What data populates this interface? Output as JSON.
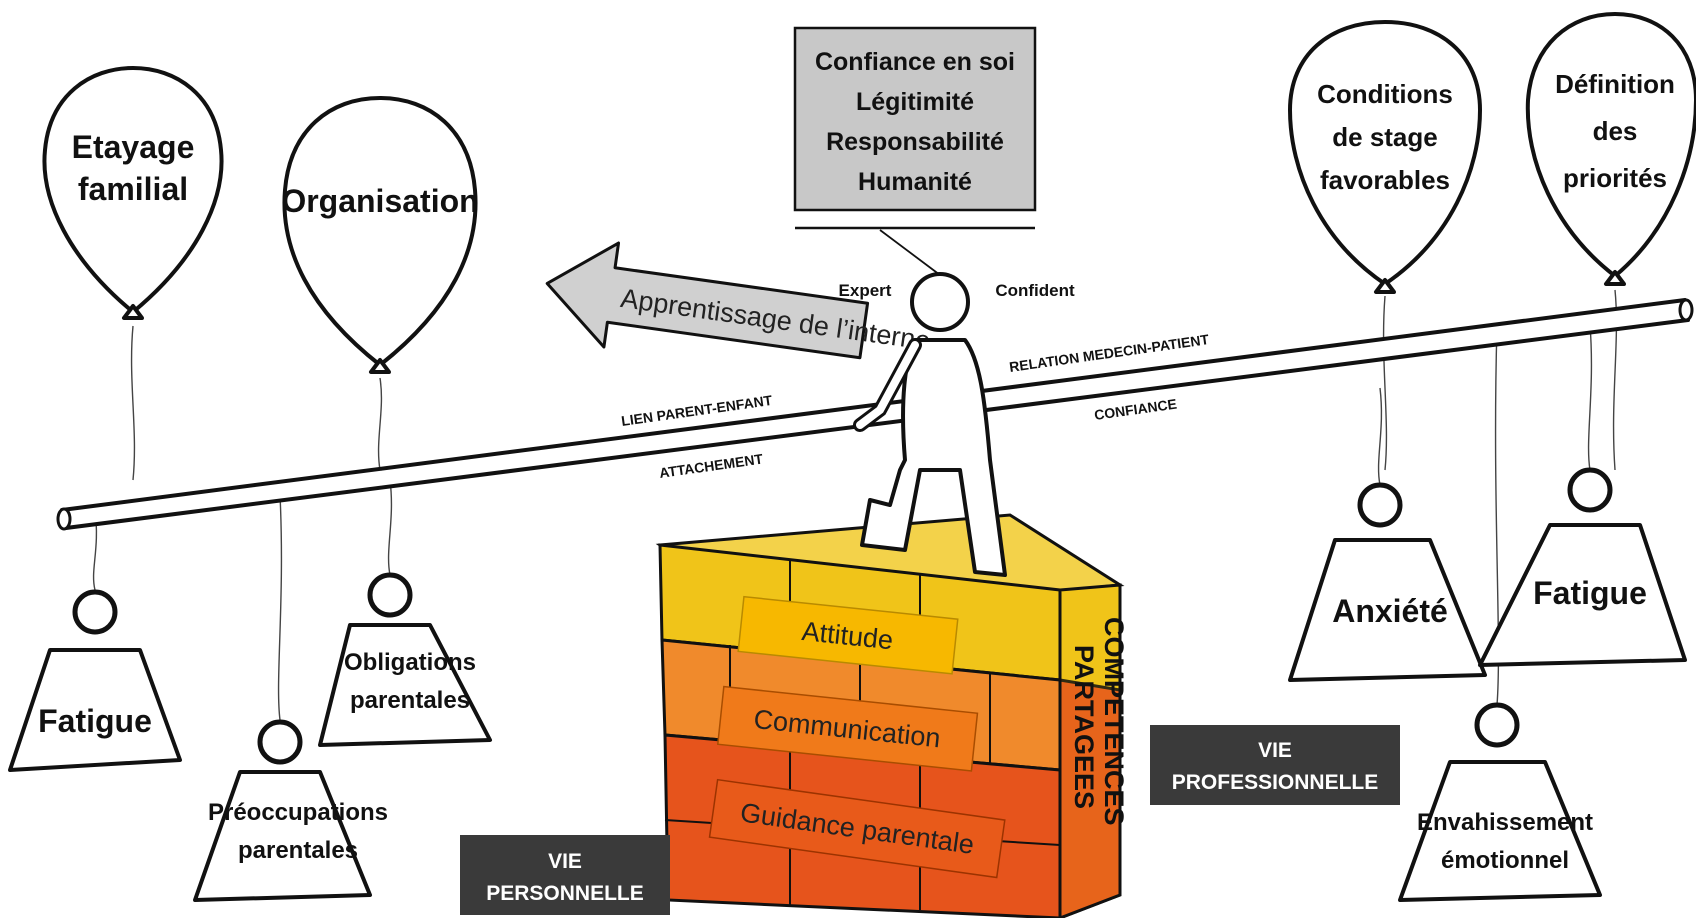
{
  "balloons": {
    "etayage_line1": "Etayage",
    "etayage_line2": "familial",
    "organisation": "Organisation",
    "conditions_line1": "Conditions",
    "conditions_line2": "de stage",
    "conditions_line3": "favorables",
    "definition_line1": "Définition",
    "definition_line2": "des",
    "definition_line3": "priorités"
  },
  "weights": {
    "fatigue_left": "Fatigue",
    "preoccupations_line1": "Préoccupations",
    "preoccupations_line2": "parentales",
    "obligations_line1": "Obligations",
    "obligations_line2": "parentales",
    "anxiete": "Anxiété",
    "fatigue_right": "Fatigue",
    "envahissement_line1": "Envahissement",
    "envahissement_line2": "émotionnel"
  },
  "beam": {
    "lien": "LIEN PARENT-ENFANT",
    "attachement": "ATTACHEMENT",
    "relation": "RELATION MEDECIN-PATIENT",
    "confiance": "CONFIANCE"
  },
  "figure": {
    "expert": "Expert",
    "confident": "Confident"
  },
  "thought_box": {
    "line1": "Confiance en soi",
    "line2": "Légitimité",
    "line3": "Responsabilité",
    "line4": "Humanité"
  },
  "arrow_label": "Apprentissage de l’interne",
  "wall": {
    "attitude": "Attitude",
    "communication": "Communication",
    "guidance": "Guidance parentale",
    "side_line1": "COMPETENCES",
    "side_line2": "PARTAGEES"
  },
  "labels": {
    "vie_perso_line1": "VIE",
    "vie_perso_line2": "PERSONNELLE",
    "vie_pro_line1": "VIE",
    "vie_pro_line2": "PROFESSIONNELLE"
  },
  "colors": {
    "yellow_brick": "#f0c419",
    "orange_brick": "#f08a2c",
    "red_brick": "#e6541c",
    "attitude_fill": "#f7b800",
    "communication_fill": "#f07a1a",
    "guidance_fill": "#e85a1a",
    "thought_fill": "#c8c8c8",
    "dark_label": "#3a3a3a"
  },
  "icons": [
    "balloon-icon",
    "weight-icon",
    "person-icon",
    "arrow-left-icon"
  ]
}
